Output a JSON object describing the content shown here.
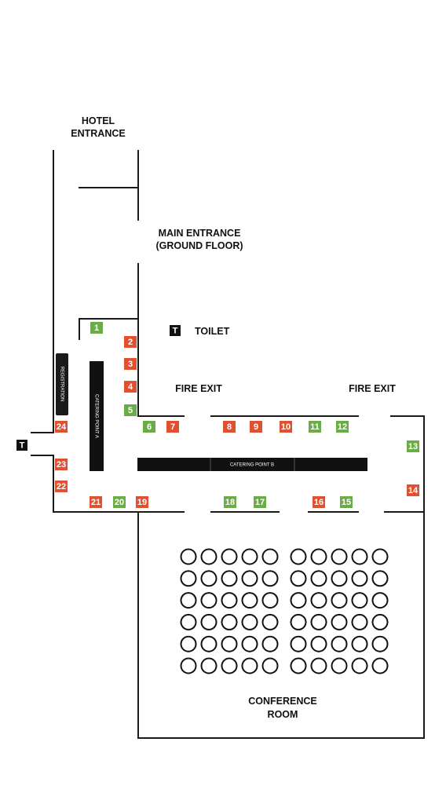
{
  "colors": {
    "available": "#6aad45",
    "sold": "#e2512f",
    "wall": "#1a1a1a",
    "fixture": "#111111"
  },
  "labels": {
    "hotel_entrance_1": "HOTEL",
    "hotel_entrance_2": "ENTRANCE",
    "main_entrance_1": "MAIN ENTRANCE",
    "main_entrance_2": "(GROUND FLOOR)",
    "toilet": "TOILET",
    "toilet_icon": "T",
    "toilet_icon_left": "T",
    "fire_exit_left": "FIRE EXIT",
    "fire_exit_right": "FIRE EXIT",
    "registration": "REGISTRATION",
    "catering_a": "CATERING POINT A",
    "catering_b": "CATERING POINT B",
    "conference_1": "CONFERENCE",
    "conference_2": "ROOM"
  },
  "booths": [
    {
      "number": "1",
      "status": "available"
    },
    {
      "number": "2",
      "status": "sold"
    },
    {
      "number": "3",
      "status": "sold"
    },
    {
      "number": "4",
      "status": "sold"
    },
    {
      "number": "5",
      "status": "available"
    },
    {
      "number": "6",
      "status": "available"
    },
    {
      "number": "7",
      "status": "sold"
    },
    {
      "number": "8",
      "status": "sold"
    },
    {
      "number": "9",
      "status": "sold"
    },
    {
      "number": "10",
      "status": "sold"
    },
    {
      "number": "11",
      "status": "available"
    },
    {
      "number": "12",
      "status": "available"
    },
    {
      "number": "13",
      "status": "available"
    },
    {
      "number": "14",
      "status": "sold"
    },
    {
      "number": "15",
      "status": "available"
    },
    {
      "number": "16",
      "status": "sold"
    },
    {
      "number": "17",
      "status": "available"
    },
    {
      "number": "18",
      "status": "available"
    },
    {
      "number": "19",
      "status": "sold"
    },
    {
      "number": "20",
      "status": "available"
    },
    {
      "number": "21",
      "status": "sold"
    },
    {
      "number": "22",
      "status": "sold"
    },
    {
      "number": "23",
      "status": "sold"
    },
    {
      "number": "24",
      "status": "sold"
    }
  ],
  "seating": {
    "rows": 6,
    "cols": 10
  }
}
